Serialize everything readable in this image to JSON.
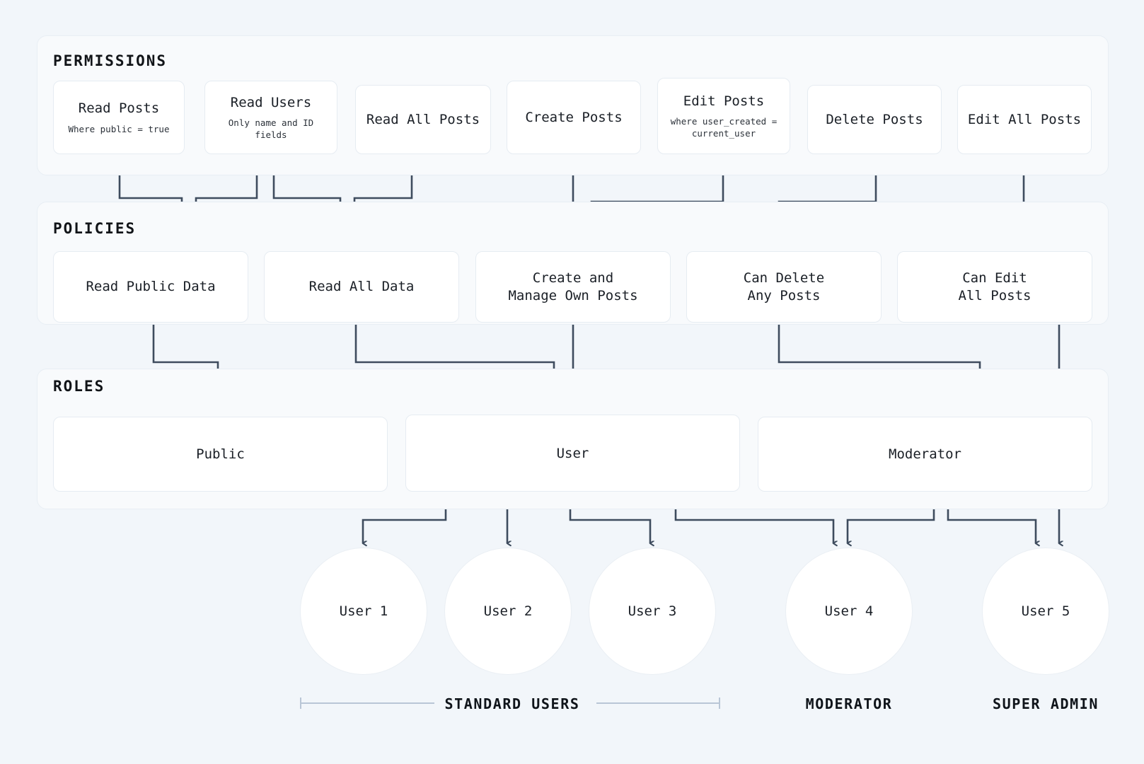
{
  "sections": [
    {
      "key": "permissions",
      "label": "PERMISSIONS"
    },
    {
      "key": "policies",
      "label": "POLICIES"
    },
    {
      "key": "roles",
      "label": "ROLES"
    }
  ],
  "permissions": [
    {
      "title": "Read Posts",
      "sub": "Where public = true"
    },
    {
      "title": "Read Users",
      "sub": "Only name and ID fields"
    },
    {
      "title": "Read All Posts",
      "sub": ""
    },
    {
      "title": "Create Posts",
      "sub": ""
    },
    {
      "title": "Edit Posts",
      "sub": "where user_created =\ncurrent_user"
    },
    {
      "title": "Delete Posts",
      "sub": ""
    },
    {
      "title": "Edit All Posts",
      "sub": ""
    }
  ],
  "policies": [
    {
      "title": "Read Public Data"
    },
    {
      "title": "Read All Data"
    },
    {
      "title": "Create and\nManage Own Posts"
    },
    {
      "title": "Can Delete\nAny Posts"
    },
    {
      "title": "Can Edit\nAll Posts"
    }
  ],
  "roles": [
    {
      "title": "Public"
    },
    {
      "title": "User"
    },
    {
      "title": "Moderator"
    }
  ],
  "users": [
    {
      "label": "User 1"
    },
    {
      "label": "User 2"
    },
    {
      "label": "User 3"
    },
    {
      "label": "User 4"
    },
    {
      "label": "User 5"
    }
  ],
  "group_labels": [
    {
      "label": "STANDARD USERS",
      "bracket": true
    },
    {
      "label": "MODERATOR",
      "bracket": false
    },
    {
      "label": "SUPER ADMIN",
      "bracket": false
    }
  ],
  "colors": {
    "background": "#f2f6fa",
    "panel": "#f8fafc",
    "panel_border": "#e8eef4",
    "card": "#ffffff",
    "card_border": "#e6ecf2",
    "connector": "#3e4c5e",
    "bracket": "#b9c6d6",
    "text": "#1a1f26"
  }
}
